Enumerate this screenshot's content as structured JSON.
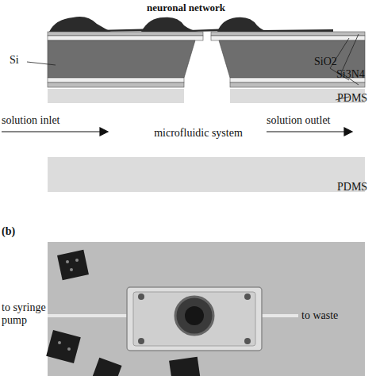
{
  "diagram": {
    "labels": [
      "neuronal network",
      "Si",
      "SiO2",
      "Si3N4",
      "PDMS",
      "solution inlet",
      "microfluidic system",
      "solution outlet",
      "PDMS",
      "(b)",
      "to syringe pump",
      "to waste"
    ]
  }
}
